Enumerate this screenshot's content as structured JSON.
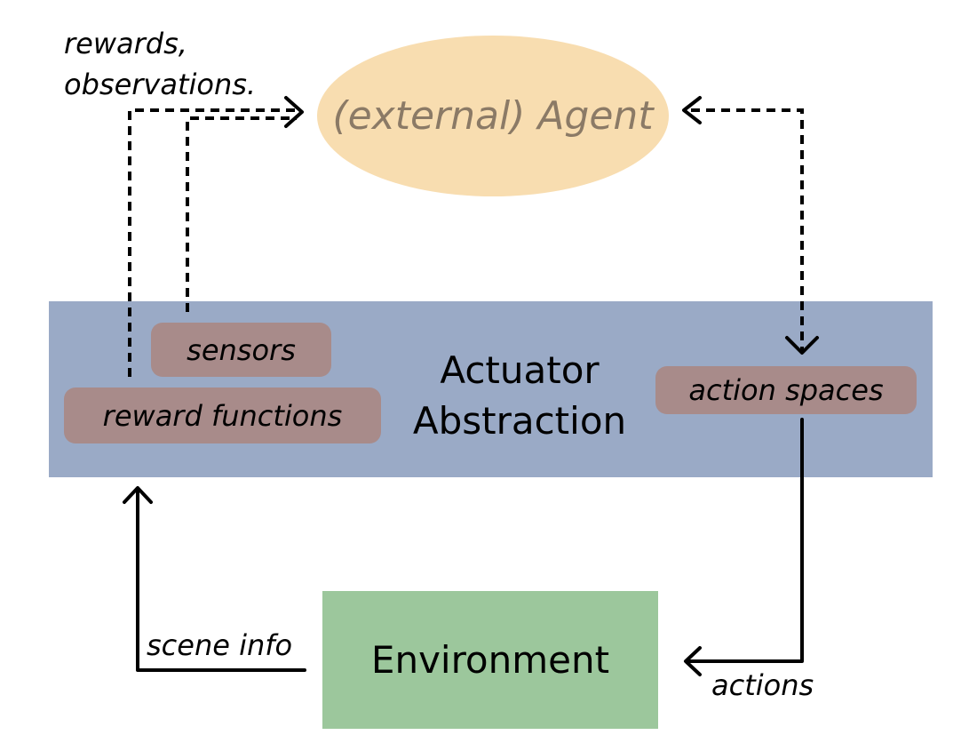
{
  "agent": {
    "label": "(external) Agent"
  },
  "actuator": {
    "title_line1": "Actuator",
    "title_line2": "Abstraction",
    "sensors": "sensors",
    "reward_functions": "reward functions",
    "action_spaces": "action spaces"
  },
  "environment": {
    "label": "Environment"
  },
  "edges": {
    "rewards_line1": "rewards,",
    "rewards_line2": "observations.",
    "scene_info": "scene info",
    "actions": "actions"
  },
  "colors": {
    "agent_fill": "#f8ddb0",
    "agent_text": "#8b7a66",
    "actuator_fill": "#9aaac6",
    "pill_fill": "#a88b8a",
    "environment_fill": "#9cc79c"
  }
}
